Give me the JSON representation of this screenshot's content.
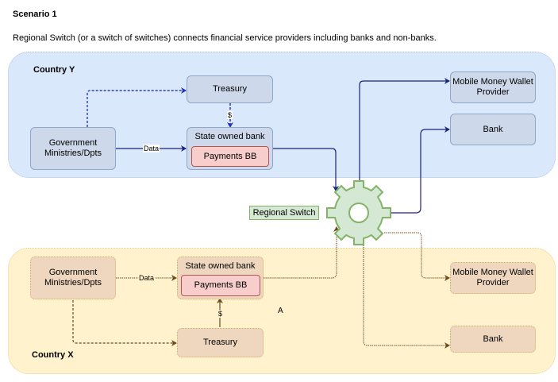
{
  "page": {
    "title": "Scenario 1",
    "subtitle": "Regional Switch (or a switch of switches) connects financial service providers including banks and non-banks."
  },
  "country_y": {
    "label": "Country  Y",
    "nodes": {
      "government": "Government Ministries/Dpts",
      "treasury": "Treasury",
      "state_bank": "State owned bank",
      "payments_bb": "Payments BB",
      "mobile_wallet": "Mobile Money Wallet Provider",
      "bank": "Bank"
    },
    "edge_labels": {
      "data": "Data",
      "dollar": "$"
    }
  },
  "regional_switch": {
    "label": "Regional Switch",
    "icon": "gear-icon"
  },
  "country_x": {
    "label": "Country X",
    "nodes": {
      "government": "Government Ministries/Dpts",
      "treasury": "Treasury",
      "state_bank": "State owned bank",
      "payments_bb": "Payments BB",
      "mobile_wallet": "Mobile Money Wallet Provider",
      "bank": "Bank"
    },
    "edge_labels": {
      "data": "Data",
      "dollar": "$"
    },
    "annotation": "A"
  },
  "colors": {
    "country_y_fill": "#dae8fc",
    "country_x_fill": "#fff2cc",
    "blue_node": "#cdd9ea",
    "tan_node": "#eed7be",
    "payments_bb": "#f8cecc",
    "switch_fill": "#d5e8d4",
    "switch_stroke": "#82b366",
    "edge_blue": "#1a237e",
    "edge_brown": "#6b4a1e"
  }
}
